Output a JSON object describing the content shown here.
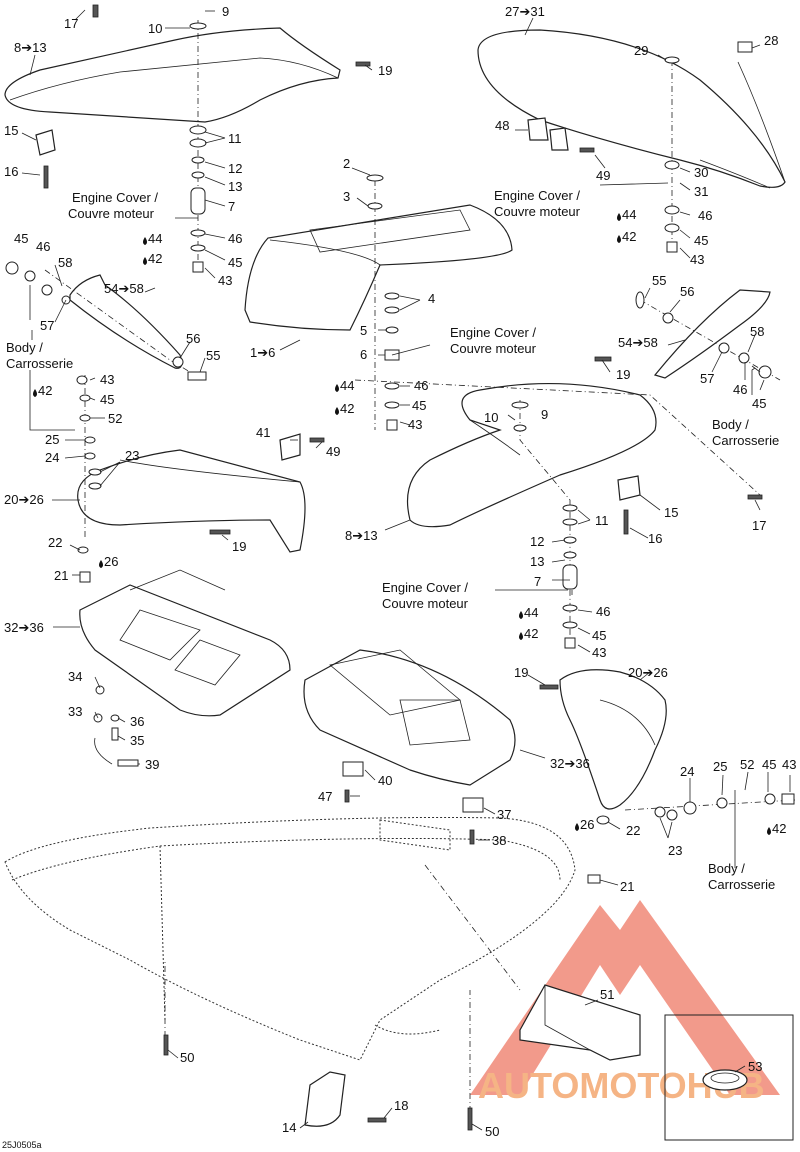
{
  "diagram_code": "25J0505a",
  "watermark": {
    "text": "AUTOMOTOHUB",
    "accent": "#e8431e",
    "secondary": "#f7b27a"
  },
  "labels": {
    "l9a": "9",
    "l10a": "10",
    "l17a": "17",
    "l8_13a": "8➔13",
    "l19a": "19",
    "l15a": "15",
    "l16a": "16",
    "l11a": "11",
    "l12a": "12",
    "l13a": "13",
    "l7a": "7",
    "l44a": "44",
    "l46a": "46",
    "l42a": "42",
    "l45a": "45",
    "l43a": "43",
    "l27_31": "27➔31",
    "l28": "28",
    "l29": "29",
    "l48": "48",
    "l49a": "49",
    "l30": "30",
    "l31": "31",
    "l44b": "44",
    "l46b": "46",
    "l42b": "42",
    "l45b": "45",
    "l43b": "43",
    "l2": "2",
    "l3": "3",
    "l4": "4",
    "l5": "5",
    "l6": "6",
    "l1_6": "1➔6",
    "l44c": "44",
    "l46c": "46",
    "l42c": "42",
    "l45c": "45",
    "l43c": "43",
    "l45d": "45",
    "l46d": "46",
    "l58a": "58",
    "l54_58a": "54➔58",
    "l57a": "57",
    "l56a": "56",
    "l55a": "55",
    "l43d": "43",
    "l45e": "45",
    "l52a": "52",
    "l42d": "42",
    "l25a": "25",
    "l24a": "24",
    "l23a": "23",
    "l41": "41",
    "l49b": "49",
    "l20_26a": "20➔26",
    "l19b": "19",
    "l22a": "22",
    "l21a": "21",
    "l26a": "26",
    "l55b": "55",
    "l56b": "56",
    "l54_58b": "54➔58",
    "l58b": "58",
    "l57b": "57",
    "l46e": "46",
    "l45f": "45",
    "l19c": "19",
    "l10b": "10",
    "l9b": "9",
    "l17b": "17",
    "l15b": "15",
    "l16b": "16",
    "l8_13b": "8➔13",
    "l11b": "11",
    "l12b": "12",
    "l13b": "13",
    "l7b": "7",
    "l44d": "44",
    "l46f": "46",
    "l42e": "42",
    "l45g": "45",
    "l43e": "43",
    "l32_36a": "32➔36",
    "l34": "34",
    "l33": "33",
    "l36": "36",
    "l35": "35",
    "l39": "39",
    "l19d": "19",
    "l20_26b": "20➔26",
    "l24b": "24",
    "l25b": "25",
    "l52b": "52",
    "l45h": "45",
    "l43f": "43",
    "l42f": "42",
    "l23b": "23",
    "l26b": "26",
    "l22b": "22",
    "l21b": "21",
    "l32_36b": "32➔36",
    "l40": "40",
    "l47": "47",
    "l37": "37",
    "l38": "38",
    "l51": "51",
    "l53": "53",
    "l50a": "50",
    "l50b": "50",
    "l14": "14",
    "l18": "18"
  },
  "notes": {
    "engine_cover_1": [
      "Engine Cover /",
      "Couvre moteur"
    ],
    "engine_cover_2": [
      "Engine Cover /",
      "Couvre moteur"
    ],
    "engine_cover_3": [
      "Engine Cover /",
      "Couvre moteur"
    ],
    "engine_cover_4": [
      "Engine Cover /",
      "Couvre moteur"
    ],
    "body_1": [
      "Body /",
      "Carrosserie"
    ],
    "body_2": [
      "Body /",
      "Carrosserie"
    ],
    "body_3": [
      "Body /",
      "Carrosserie"
    ]
  }
}
